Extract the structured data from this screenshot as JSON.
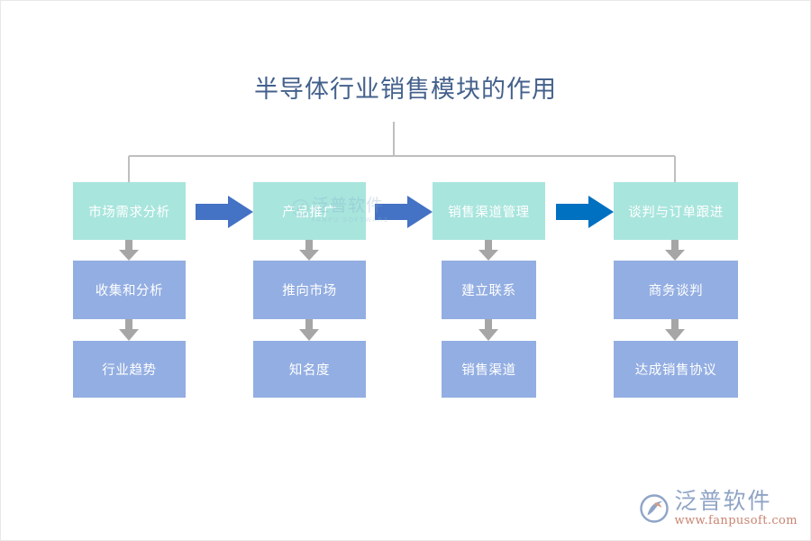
{
  "diagram": {
    "title": "半导体行业销售模块的作用",
    "type": "flowchart",
    "colors": {
      "stage_fill": "#a8e5dd",
      "step_fill": "#93aee2",
      "arrow_blue": "#4472c4",
      "arrow_blue_strong": "#0070c0",
      "connector_gray": "#a6a6a6",
      "title_color": "#44618c",
      "background": "#ffffff"
    },
    "columns": [
      {
        "id": "col-1",
        "stage": {
          "label": "市场需求分析"
        },
        "steps": [
          {
            "label": "收集和分析"
          },
          {
            "label": "行业趋势"
          }
        ]
      },
      {
        "id": "col-2",
        "stage": {
          "label": "产品推广"
        },
        "steps": [
          {
            "label": "推向市场"
          },
          {
            "label": "知名度"
          }
        ]
      },
      {
        "id": "col-3",
        "stage": {
          "label": "销售渠道管理"
        },
        "steps": [
          {
            "label": "建立联系"
          },
          {
            "label": "销售渠道"
          }
        ]
      },
      {
        "id": "col-4",
        "stage": {
          "label": "谈判与订单跟进"
        },
        "steps": [
          {
            "label": "商务谈判"
          },
          {
            "label": "达成销售协议"
          }
        ]
      }
    ],
    "stage_arrows": [
      {
        "from": "col-1",
        "to": "col-2",
        "color": "#4472c4"
      },
      {
        "from": "col-2",
        "to": "col-3",
        "color": "#4472c4"
      },
      {
        "from": "col-3",
        "to": "col-4",
        "color": "#0070c0"
      }
    ]
  },
  "watermark": {
    "center_cn": "泛普软件",
    "center_en": "FANPU SOFTWARE"
  },
  "logo": {
    "name_cn": "泛普软件",
    "url": "www.fanpusoft.com"
  }
}
